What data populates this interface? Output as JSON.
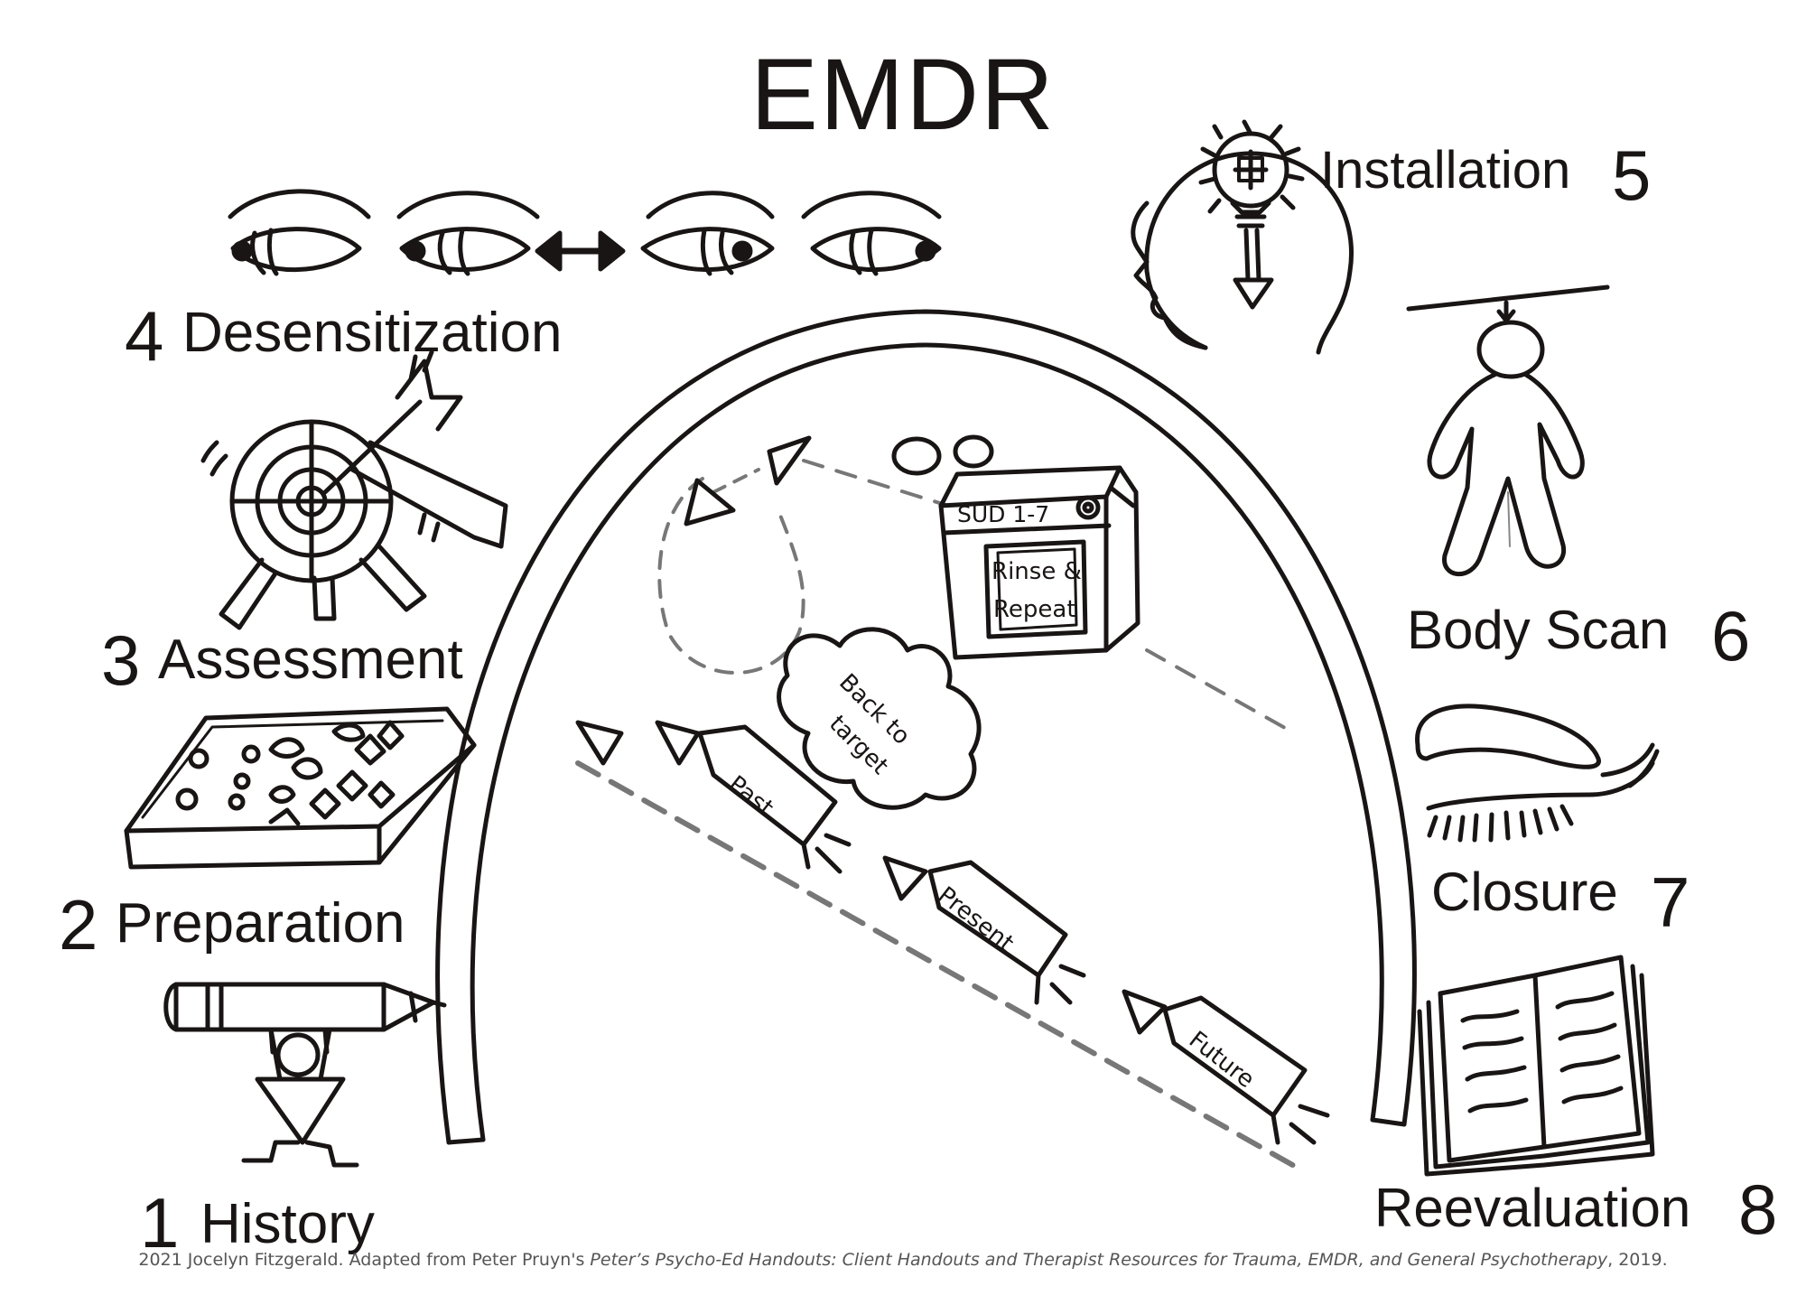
{
  "title": "EMDR",
  "phases": [
    {
      "number": "1",
      "name": "History"
    },
    {
      "number": "2",
      "name": "Preparation"
    },
    {
      "number": "3",
      "name": "Assessment"
    },
    {
      "number": "4",
      "name": "Desensitization"
    },
    {
      "number": "5",
      "name": "Installation"
    },
    {
      "number": "6",
      "name": "Body Scan"
    },
    {
      "number": "7",
      "name": "Closure"
    },
    {
      "number": "8",
      "name": "Reevaluation"
    }
  ],
  "arch_labels": {
    "past": "Past",
    "present": "Present",
    "future": "Future",
    "back_to_target_line1": "Back to",
    "back_to_target_line2": "target",
    "sud": "SUD 1-7",
    "rinse_line1": "Rinse &",
    "rinse_line2": "Repeat"
  },
  "credit": {
    "prefix": "2021 Jocelyn Fitzgerald. Adapted from Peter Pruyn's ",
    "book": "Peter’s Psycho-Ed Handouts: Client Handouts and Therapist Resources for Trauma, EMDR, and General Psychotherapy",
    "suffix": ", 2019."
  },
  "colors": {
    "ink": "#1a1515",
    "dashed": "#7a7a7a",
    "paper": "#ffffff"
  },
  "icons": [
    "pencil-lift-icon",
    "sandbox-icon",
    "target-arrow-icon",
    "eyes-icon",
    "head-lightbulb-icon",
    "body-outline-icon",
    "closed-eye-icon",
    "open-book-icon",
    "washing-machine-icon",
    "thought-cloud-icon"
  ]
}
